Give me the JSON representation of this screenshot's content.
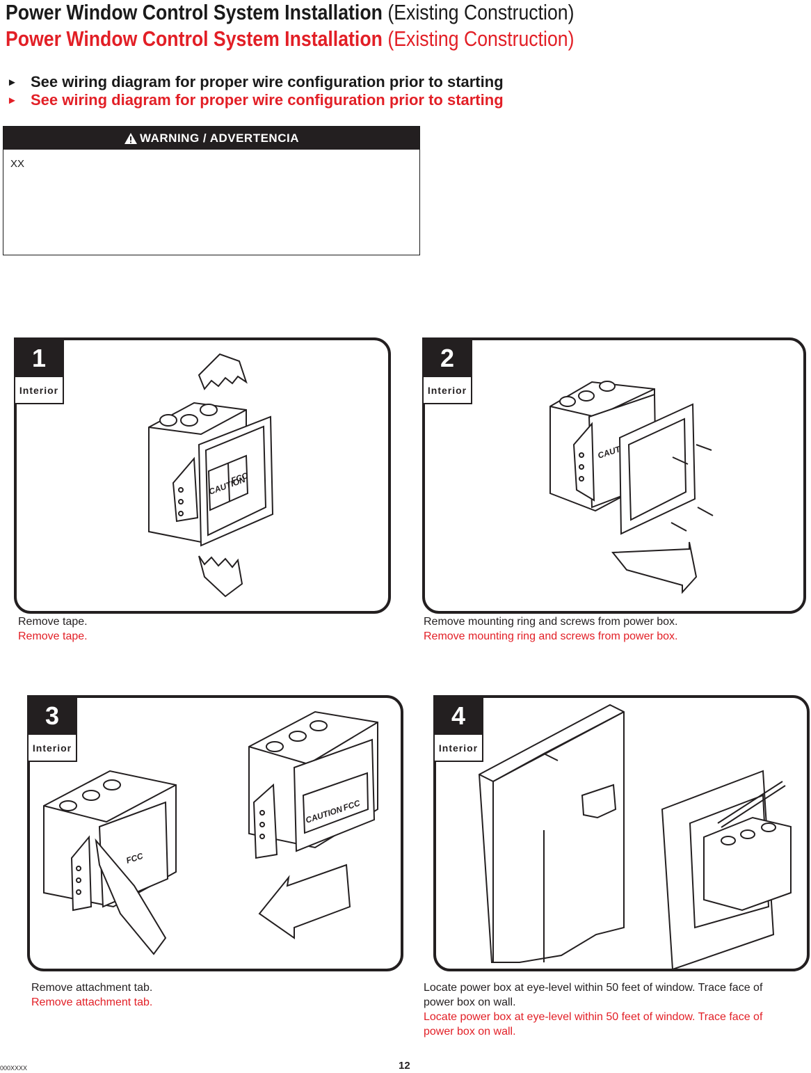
{
  "header": {
    "title_en_bold": "Power Window Control System Installation",
    "title_en_paren": "(Existing Construction)",
    "title_es_bold": "Power Window Control System Installation",
    "title_es_paren": "(Existing Construction)",
    "bullet_en": "See wiring diagram for proper wire configuration prior to starting",
    "bullet_es": "See wiring diagram for proper wire configuration prior to starting"
  },
  "warning": {
    "title": "WARNING / ADVERTENCIA",
    "body": "XX"
  },
  "steps": [
    {
      "number": "1",
      "label": "Interior",
      "caption_en": "Remove tape.",
      "caption_es": "Remove tape."
    },
    {
      "number": "2",
      "label": "Interior",
      "caption_en": "Remove mounting ring and screws from power box.",
      "caption_es": "Remove mounting ring and screws from power box."
    },
    {
      "number": "3",
      "label": "Interior",
      "caption_en": "Remove attachment tab.",
      "caption_es": "Remove attachment tab."
    },
    {
      "number": "4",
      "label": "Interior",
      "caption_en": "Locate power box at eye-level within 50 feet of window. Trace face of power box on wall.",
      "caption_es": "Locate power box at eye-level within 50 feet of window. Trace face of power box on wall."
    }
  ],
  "illustration_text": {
    "caution": "CAUTION",
    "fcc": "FCC"
  },
  "footer": {
    "code": "000XXXX",
    "page": "12"
  },
  "colors": {
    "spanish_text": "#e21f26",
    "dark": "#231f20"
  },
  "icons": [
    "warning-triangle-icon",
    "arrow-right-icon"
  ]
}
